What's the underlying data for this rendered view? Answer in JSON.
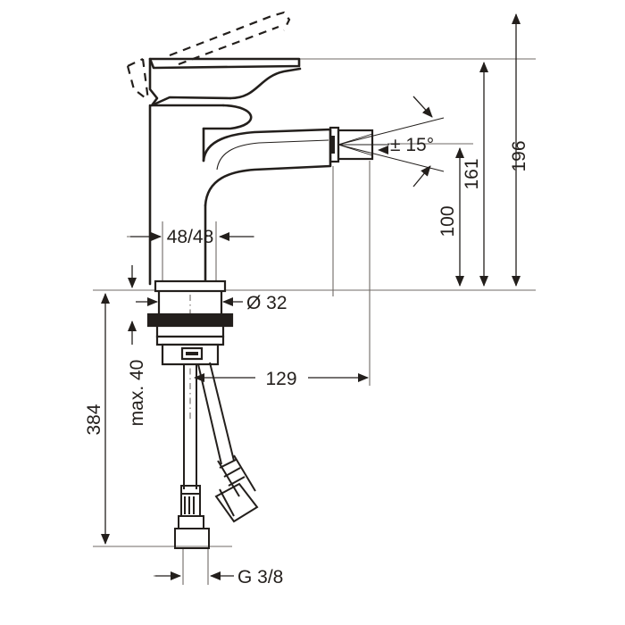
{
  "drawing": {
    "title": "Bidet mixer technical dimension drawing",
    "units": "mm",
    "line_color": "#231f1c",
    "thin_line_color": "#6f6a66",
    "background": "#ffffff"
  },
  "dimensions": {
    "total_height": "196",
    "spout_height": "161",
    "aerator_height": "100",
    "handle_width": "48/48",
    "base_diameter": "Ø 32",
    "max_thickness": "max. 40",
    "total_length": "384",
    "reach": "129",
    "thread": "G 3/8",
    "swivel_angle": "± 15°"
  },
  "labels": [
    {
      "id": "dim-196",
      "text": "196",
      "orientation": "vertical"
    },
    {
      "id": "dim-161",
      "text": "161",
      "orientation": "vertical"
    },
    {
      "id": "dim-100",
      "text": "100",
      "orientation": "vertical"
    },
    {
      "id": "dim-4848",
      "text": "48/48",
      "orientation": "horizontal"
    },
    {
      "id": "dim-d32",
      "text": "Ø 32",
      "orientation": "horizontal"
    },
    {
      "id": "dim-max40",
      "text": "max. 40",
      "orientation": "vertical"
    },
    {
      "id": "dim-384",
      "text": "384",
      "orientation": "vertical"
    },
    {
      "id": "dim-129",
      "text": "129",
      "orientation": "horizontal"
    },
    {
      "id": "dim-g38",
      "text": "G 3/8",
      "orientation": "horizontal"
    },
    {
      "id": "dim-angle",
      "text": "± 15°",
      "orientation": "horizontal"
    }
  ]
}
